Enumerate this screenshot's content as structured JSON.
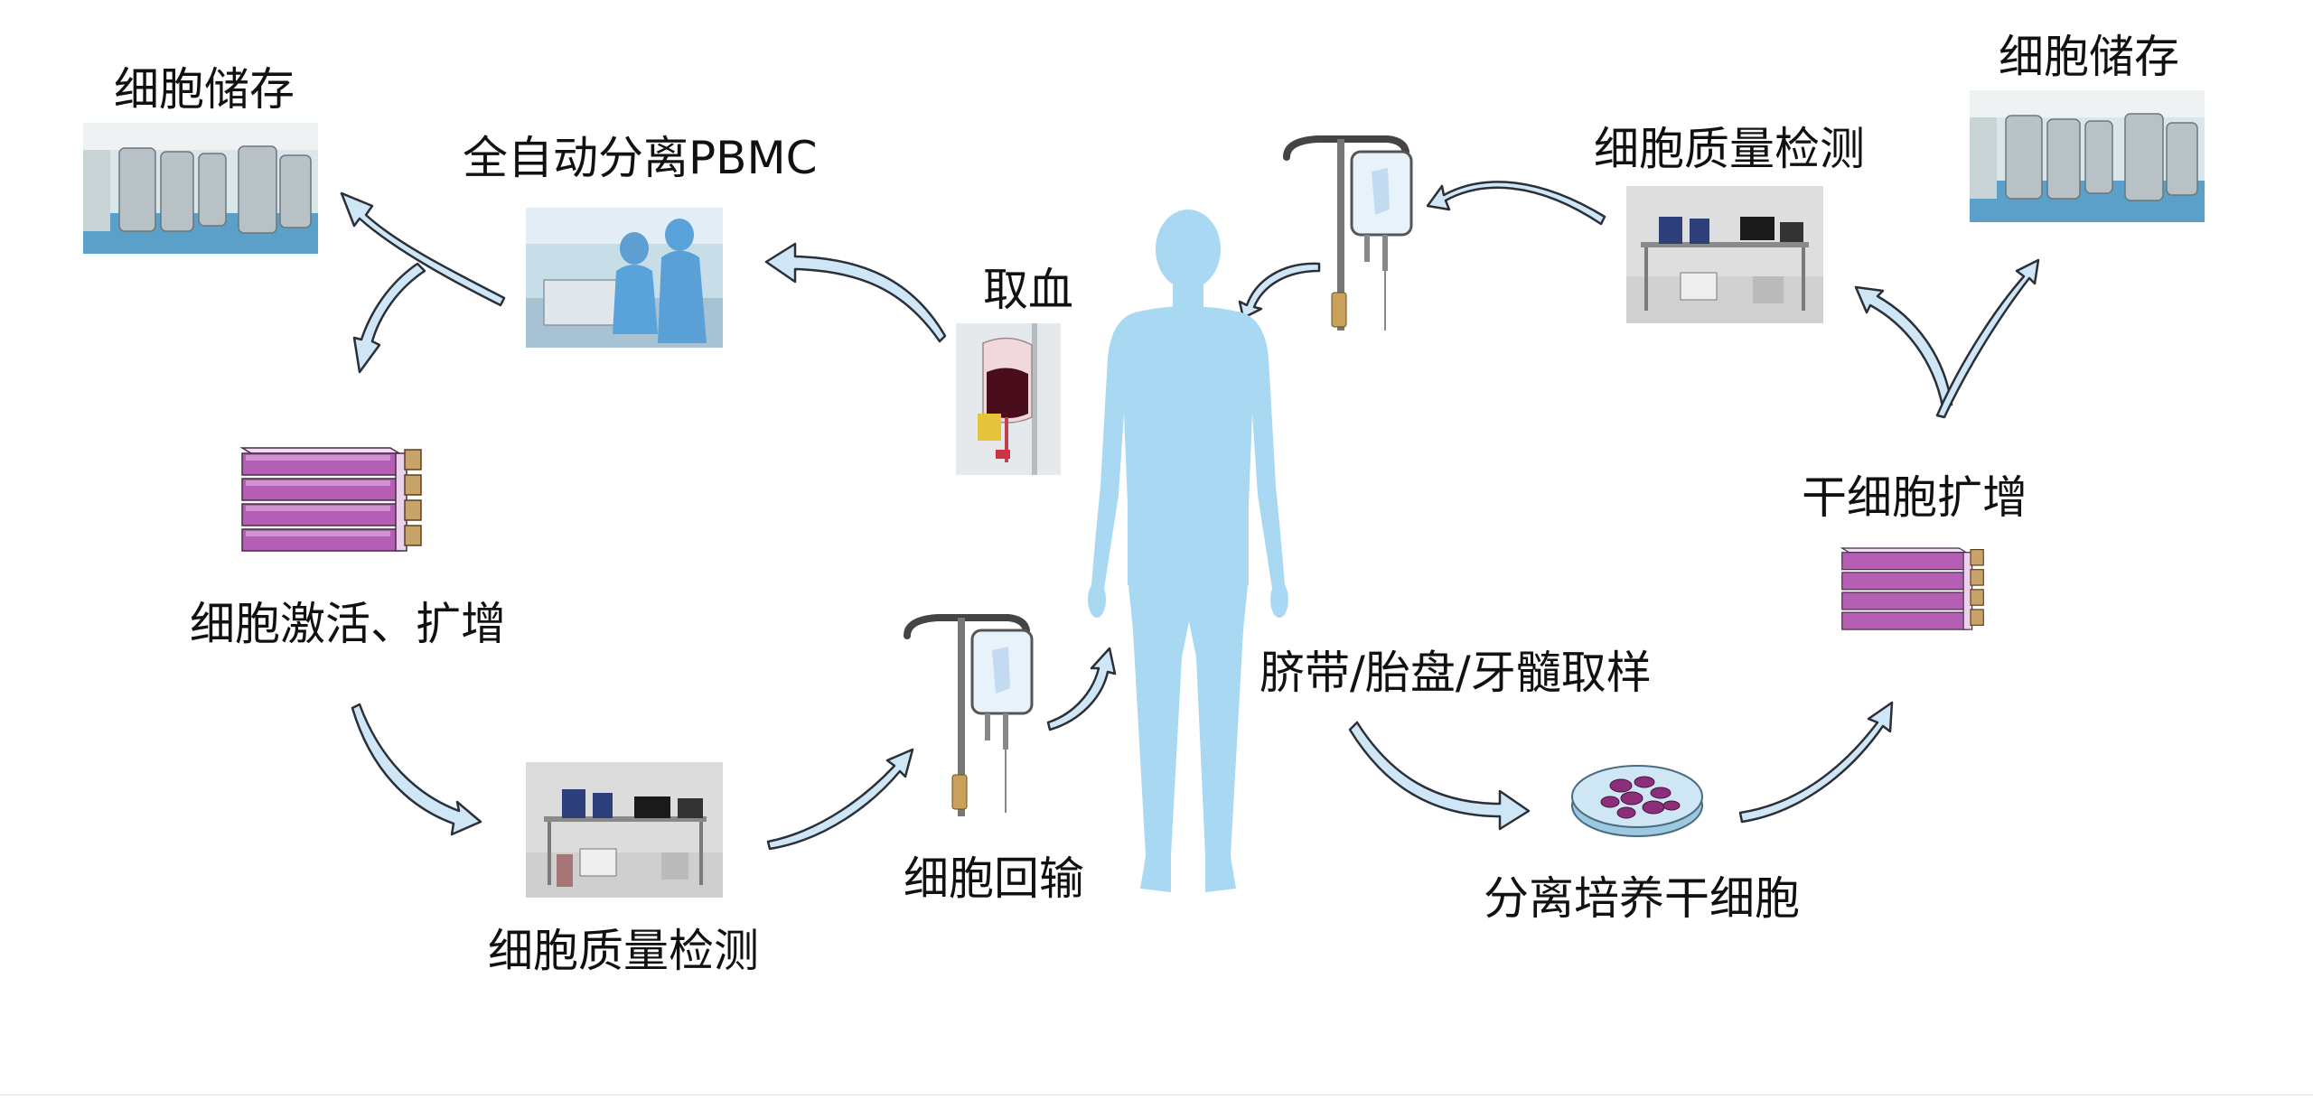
{
  "diagram": {
    "left_cycle": {
      "storage_label": "细胞储存",
      "pbmc_label": "全自动分离PBMC",
      "activation_label": "细胞激活、扩增",
      "qc_label": "细胞质量检测",
      "reinfusion_label": "细胞回输"
    },
    "center": {
      "blood_draw_label": "取血",
      "sampling_label": "脐带/胎盘/牙髓取样"
    },
    "right_cycle": {
      "qc_label": "细胞质量检测",
      "storage_label": "细胞储存",
      "expansion_label": "干细胞扩增",
      "isolation_label": "分离培养干细胞"
    },
    "colors": {
      "arrow_fill": "#cfe6f7",
      "arrow_stroke": "#2a2f38",
      "body": "#a9d8f2",
      "flask": "#b45fb4",
      "dish": "#bfe0f0",
      "cells": "#8c2f7a"
    },
    "icons": [
      "human-body-icon",
      "iv-stand-icon",
      "blood-bag-icon",
      "culture-flask-stack-icon",
      "petri-dish-icon",
      "cryo-storage-photo",
      "lab-equipment-photo",
      "cleanroom-photo"
    ]
  }
}
